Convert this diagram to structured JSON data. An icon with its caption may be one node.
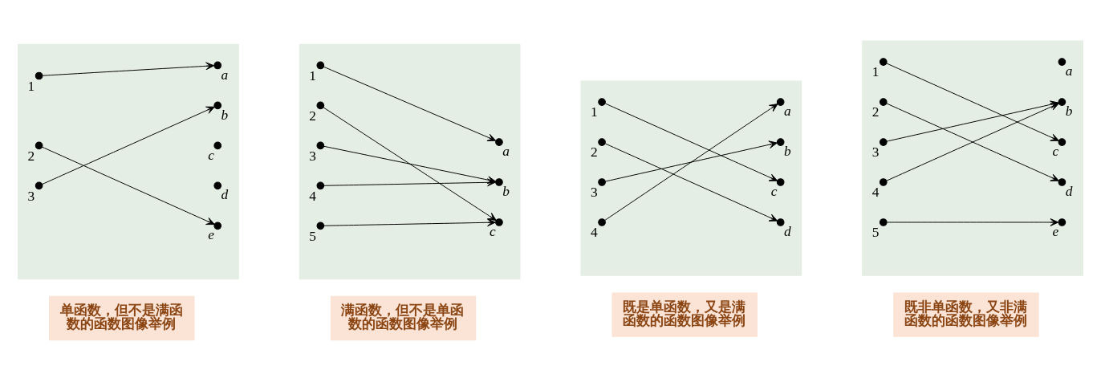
{
  "diagram": {
    "nodes": [
      {
        "text": [],
        "shape": "box"
      },
      {
        "text": [],
        "shape": "circle",
        "beside": [
          "1"
        ],
        "in": 0
      },
      {
        "text": [],
        "shape": "circle",
        "beside": [
          "2"
        ],
        "in": 0
      },
      {
        "text": [],
        "shape": "circle",
        "beside": [
          "3"
        ],
        "in": 0
      },
      {
        "text": [],
        "shape": "circle",
        "beside": [
          "a"
        ],
        "in": 0
      },
      {
        "text": [],
        "shape": "circle",
        "beside": [
          "b"
        ],
        "in": 0
      },
      {
        "text": [],
        "shape": "circle",
        "beside": [
          "c"
        ],
        "in": 0
      },
      {
        "text": [],
        "shape": "circle",
        "beside": [
          "d"
        ],
        "in": 0
      },
      {
        "text": [],
        "shape": "circle",
        "beside": [
          "e"
        ],
        "in": 0
      },
      {
        "text": [
          "单函数，但不是满函数的函数图像举例"
        ]
      },
      {
        "text": [],
        "shape": "box"
      },
      {
        "text": [],
        "shape": "circle",
        "beside": [
          "1"
        ],
        "in": 10
      },
      {
        "text": [],
        "shape": "circle",
        "beside": [
          "2"
        ],
        "in": 10
      },
      {
        "text": [],
        "shape": "circle",
        "beside": [
          "3"
        ],
        "in": 10
      },
      {
        "text": [],
        "shape": "circle",
        "beside": [
          "4"
        ],
        "in": 10
      },
      {
        "text": [],
        "shape": "circle",
        "beside": [
          "5"
        ],
        "in": 10
      },
      {
        "text": [],
        "shape": "circle",
        "beside": [
          "a"
        ],
        "in": 10
      },
      {
        "text": [],
        "shape": "circle",
        "beside": [
          "b"
        ],
        "in": 10
      },
      {
        "text": [],
        "shape": "circle",
        "beside": [
          "c"
        ],
        "in": 10
      },
      {
        "text": [
          "满函数，但不是单函数的函数图像举例"
        ]
      },
      {
        "text": [],
        "shape": "box"
      },
      {
        "text": [],
        "shape": "circle",
        "beside": [
          "1"
        ],
        "in": 20
      },
      {
        "text": [],
        "shape": "circle",
        "beside": [
          "2"
        ],
        "in": 20
      },
      {
        "text": [],
        "shape": "circle",
        "beside": [
          "3"
        ],
        "in": 20
      },
      {
        "text": [],
        "shape": "circle",
        "beside": [
          "4"
        ],
        "in": 20
      },
      {
        "text": [],
        "shape": "circle",
        "beside": [
          "a"
        ],
        "in": 20
      },
      {
        "text": [],
        "shape": "circle",
        "beside": [
          "b"
        ],
        "in": 20
      },
      {
        "text": [],
        "shape": "circle",
        "beside": [
          "c"
        ],
        "in": 20
      },
      {
        "text": [],
        "shape": "circle",
        "beside": [
          "d"
        ],
        "in": 20
      },
      {
        "text": [
          "既是单函数，又是满函数的函数图像举例"
        ]
      },
      {
        "text": [],
        "shape": "box"
      },
      {
        "text": [],
        "shape": "circle",
        "beside": [
          "1"
        ],
        "in": 30
      },
      {
        "text": [],
        "shape": "circle",
        "beside": [
          "2"
        ],
        "in": 30
      },
      {
        "text": [],
        "shape": "circle",
        "beside": [
          "3"
        ],
        "in": 30
      },
      {
        "text": [],
        "shape": "circle",
        "beside": [
          "4"
        ],
        "in": 30
      },
      {
        "text": [],
        "shape": "circle",
        "beside": [
          "5"
        ],
        "in": 30
      },
      {
        "text": [],
        "shape": "circle",
        "beside": [
          "a"
        ],
        "in": 30
      },
      {
        "text": [],
        "shape": "circle",
        "beside": [
          "b"
        ],
        "in": 30
      },
      {
        "text": [],
        "shape": "circle",
        "beside": [
          "c"
        ],
        "in": 30
      },
      {
        "text": [],
        "shape": "circle",
        "beside": [
          "d"
        ],
        "in": 30
      },
      {
        "text": [],
        "shape": "circle",
        "beside": [
          "e"
        ],
        "in": 30
      },
      {
        "text": [
          "既非单函数，又非满函数的函数图像举例"
        ]
      }
    ],
    "edges": [
      {
        "from": 1,
        "to": 4,
        "arrow": "to"
      },
      {
        "from": 2,
        "to": 8,
        "arrow": "to"
      },
      {
        "from": 3,
        "to": 5,
        "arrow": "to"
      },
      {
        "from": 11,
        "to": 16,
        "arrow": "to"
      },
      {
        "from": 12,
        "to": 18,
        "arrow": "to"
      },
      {
        "from": 13,
        "to": 17,
        "arrow": "to"
      },
      {
        "from": 14,
        "to": 17,
        "arrow": "to"
      },
      {
        "from": 15,
        "to": 18,
        "arrow": "to"
      },
      {
        "from": 21,
        "to": 27,
        "arrow": "to"
      },
      {
        "from": 22,
        "to": 28,
        "arrow": "to"
      },
      {
        "from": 23,
        "to": 26,
        "arrow": "to"
      },
      {
        "from": 24,
        "to": 25,
        "arrow": "to"
      },
      {
        "from": 31,
        "to": 38,
        "arrow": "to"
      },
      {
        "from": 32,
        "to": 39,
        "arrow": "to"
      },
      {
        "from": 33,
        "to": 37,
        "arrow": "to"
      },
      {
        "from": 34,
        "to": 37,
        "arrow": "to"
      },
      {
        "from": 35,
        "to": 40,
        "arrow": "to"
      }
    ]
  }
}
